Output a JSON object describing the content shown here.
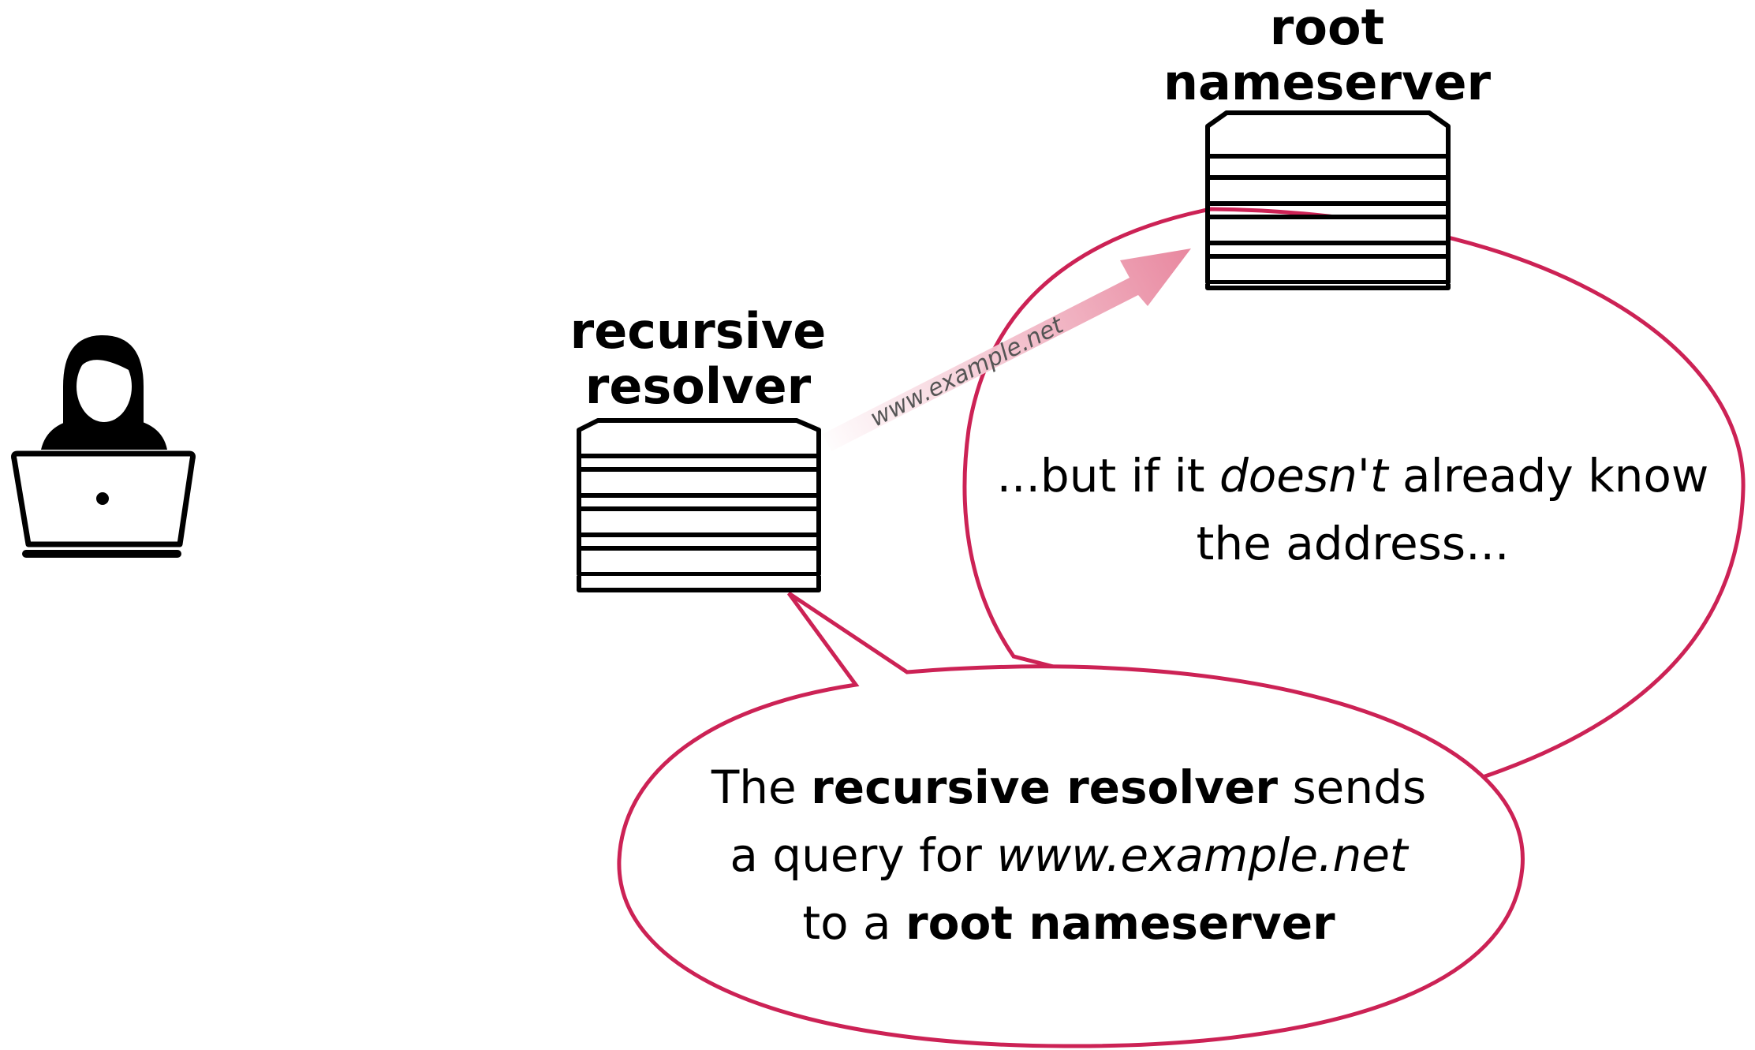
{
  "title": "",
  "colors": {
    "accent": "#cc2255",
    "arrow": "#e8869e",
    "outline": "#000000",
    "background": "#ffffff"
  },
  "nodes": {
    "user": {
      "icon": "user-laptop-icon"
    },
    "resolver": {
      "label_line1": "recursive",
      "label_line2": "resolver",
      "icon": "server-stack-icon"
    },
    "root": {
      "label_line1": "root",
      "label_line2": "nameserver",
      "icon": "server-stack-icon"
    }
  },
  "query_arrow": {
    "label": "www.example.net"
  },
  "bubble_root": {
    "line1_pre": "...but if it ",
    "line1_em": "doesn't",
    "line1_post": " already know",
    "line2": "the address..."
  },
  "bubble_resolver": {
    "l1_pre": "The ",
    "l1_bold": "recursive resolver",
    "l1_post": " sends",
    "l2_pre": "a query for ",
    "l2_em": "www.example.net",
    "l3_pre": "to a ",
    "l3_bold": "root nameserver"
  }
}
